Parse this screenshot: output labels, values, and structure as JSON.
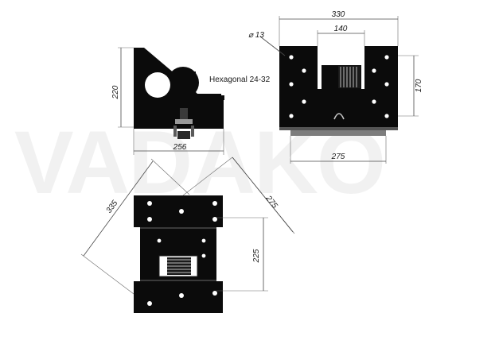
{
  "watermark": "VADAKO",
  "side_view": {
    "height_label": "220",
    "width_label": "256",
    "note": "Hexagonal 24-32"
  },
  "front_view": {
    "total_width_label": "330",
    "inner_width_label": "140",
    "hole_label": "⌀ 13",
    "height_label": "170",
    "base_width_label": "275"
  },
  "top_view": {
    "diagonal_left_label": "335",
    "diagonal_right_label": "275",
    "height_label": "225"
  },
  "colors": {
    "body": "#0b0b0b",
    "dimension_line": "#4a4a4a",
    "watermark": "#f1f1f1"
  }
}
